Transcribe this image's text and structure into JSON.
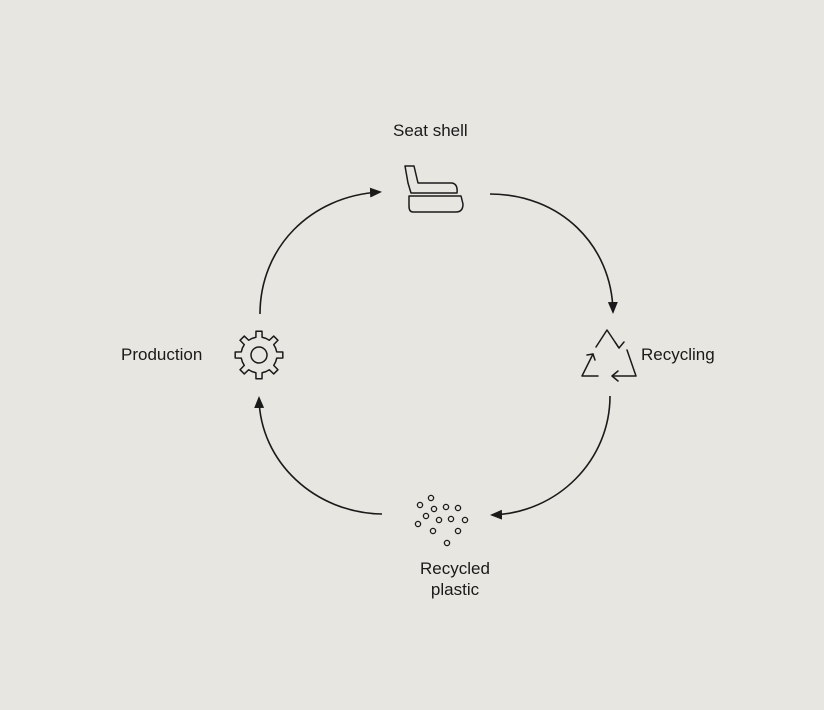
{
  "background_color": "#e8e6e1",
  "stroke_color": "#1a1a1a",
  "nodes": {
    "seat_shell": {
      "label": "Seat shell",
      "icon": "seat-shell-icon"
    },
    "recycling": {
      "label": "Recycling",
      "icon": "recycle-icon"
    },
    "recycled_plastic": {
      "label_line1": "Recycled",
      "label_line2": "plastic",
      "icon": "plastic-pellets-icon"
    },
    "production": {
      "label": "Production",
      "icon": "gear-icon"
    }
  }
}
